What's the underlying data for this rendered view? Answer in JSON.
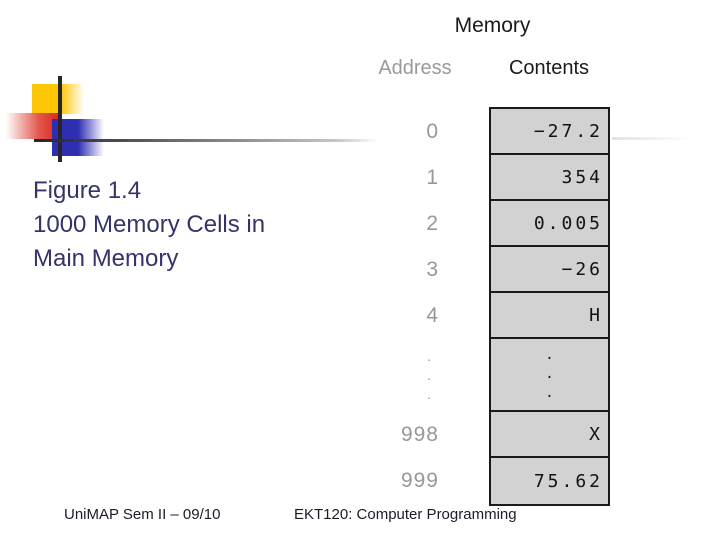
{
  "slide": {
    "title_lines": [
      "Figure 1.4",
      "1000 Memory Cells in",
      "Main Memory"
    ],
    "footer_left": "UniMAP Sem II – 09/10",
    "footer_right": "EKT120: Computer Programming"
  },
  "diagram": {
    "title": "Memory",
    "col_address": "Address",
    "col_contents": "Contents",
    "rows": [
      {
        "address": "0",
        "content": "−27.2"
      },
      {
        "address": "1",
        "content": "354"
      },
      {
        "address": "2",
        "content": "0.005"
      },
      {
        "address": "3",
        "content": "−26"
      },
      {
        "address": "4",
        "content": "H"
      },
      {
        "address": ".\n.\n.",
        "content": ".\n.\n."
      },
      {
        "address": "998",
        "content": "X"
      },
      {
        "address": "999",
        "content": "75.62"
      }
    ]
  },
  "colors": {
    "caption_text": "#34346b",
    "address_gray": "#9a9a9e",
    "cell_background": "#d2d2d2",
    "cell_border": "#1a1a1a",
    "deco_yellow": "#fdc606",
    "deco_red": "#da2a1e",
    "deco_blue": "#2e2eb0",
    "line_dark": "#26262c"
  }
}
